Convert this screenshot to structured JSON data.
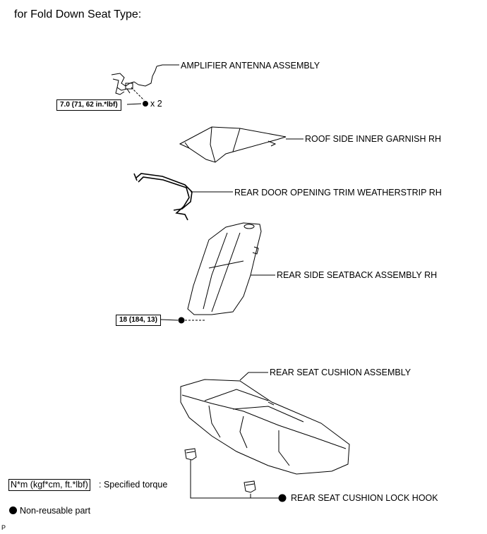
{
  "heading": "for Fold Down Seat Type:",
  "parts": {
    "amplifier_antenna": "AMPLIFIER ANTENNA ASSEMBLY",
    "roof_garnish": "ROOF SIDE INNER GARNISH RH",
    "weatherstrip": "REAR DOOR OPENING TRIM WEATHERSTRIP RH",
    "seatback": "REAR SIDE SEATBACK ASSEMBLY RH",
    "cushion": "REAR SEAT CUSHION ASSEMBLY",
    "lock_hook": "REAR SEAT CUSHION LOCK HOOK"
  },
  "torques": {
    "antenna_bolt": "7.0 (71, 62 in.*lbf)",
    "antenna_qty": "x 2",
    "seatback_bolt": "18 (184, 13)"
  },
  "legend": {
    "torque_unit": "N*m (kgf*cm, ft.*lbf)",
    "torque_desc": ": Specified torque",
    "non_reusable": "Non-reusable part"
  },
  "corner_code": "P"
}
